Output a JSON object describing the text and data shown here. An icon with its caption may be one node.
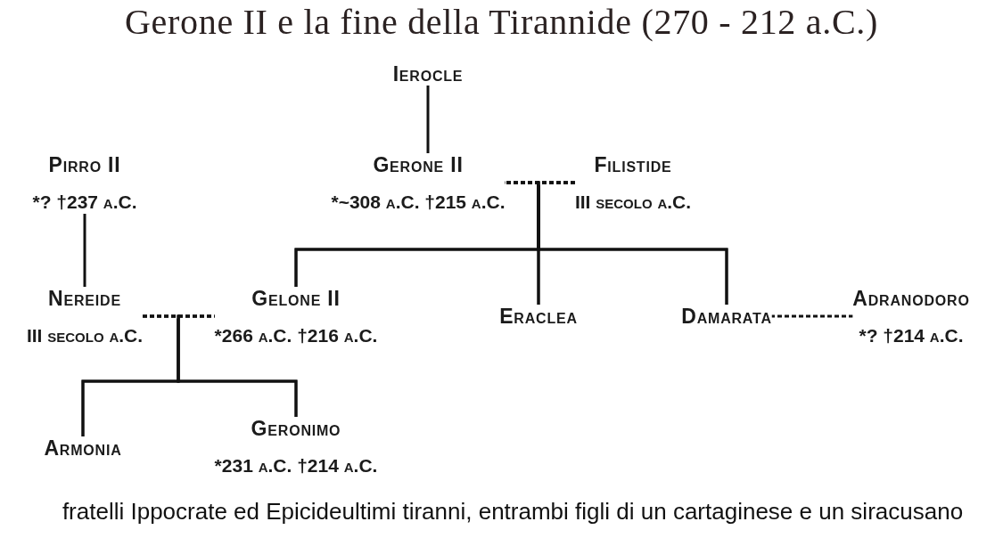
{
  "diagram": {
    "title": "Gerone II e la fine della Tirannide (270 - 212 a.C.)",
    "nodes": [
      {
        "text": [
          "Ierocle"
        ]
      },
      {
        "text": [
          "Pirro II",
          "*? †237 a.C."
        ]
      },
      {
        "text": [
          "Gerone II",
          "*~308 a.C. †215 a.C."
        ]
      },
      {
        "text": [
          "Filistide",
          "III secolo a.C."
        ]
      },
      {
        "text": [
          "Nereide",
          "III secolo a.C."
        ]
      },
      {
        "text": [
          "Gelone II",
          "*266 a.C. †216 a.C."
        ]
      },
      {
        "text": [
          "Eraclea"
        ]
      },
      {
        "text": [
          "Damarata"
        ]
      },
      {
        "text": [
          "Adranodoro",
          "*? †214 a.C."
        ]
      },
      {
        "text": [
          "Armonia"
        ]
      },
      {
        "text": [
          "Geronimo",
          "*231 a.C. †214 a.C."
        ]
      }
    ],
    "edges": [
      {
        "from": 0,
        "to": 2,
        "arrow": "none"
      },
      {
        "from": 2,
        "to": 3,
        "arrow": "none",
        "style": "dashed"
      },
      {
        "from": 2,
        "to": 5,
        "arrow": "none"
      },
      {
        "from": 2,
        "to": 6,
        "arrow": "none"
      },
      {
        "from": 2,
        "to": 7,
        "arrow": "none"
      },
      {
        "from": 3,
        "to": 5,
        "arrow": "none"
      },
      {
        "from": 3,
        "to": 6,
        "arrow": "none"
      },
      {
        "from": 3,
        "to": 7,
        "arrow": "none"
      },
      {
        "from": 1,
        "to": 4,
        "arrow": "none"
      },
      {
        "from": 4,
        "to": 5,
        "arrow": "none",
        "style": "dashed"
      },
      {
        "from": 4,
        "to": 9,
        "arrow": "none"
      },
      {
        "from": 4,
        "to": 10,
        "arrow": "none"
      },
      {
        "from": 5,
        "to": 9,
        "arrow": "none"
      },
      {
        "from": 5,
        "to": 10,
        "arrow": "none"
      },
      {
        "from": 7,
        "to": 8,
        "arrow": "none",
        "style": "dashed"
      }
    ],
    "labels": [
      "fratelli Ippocrate ed Epicideultimi tiranni, entrambi figli di un cartaginese e un siracusano"
    ]
  }
}
